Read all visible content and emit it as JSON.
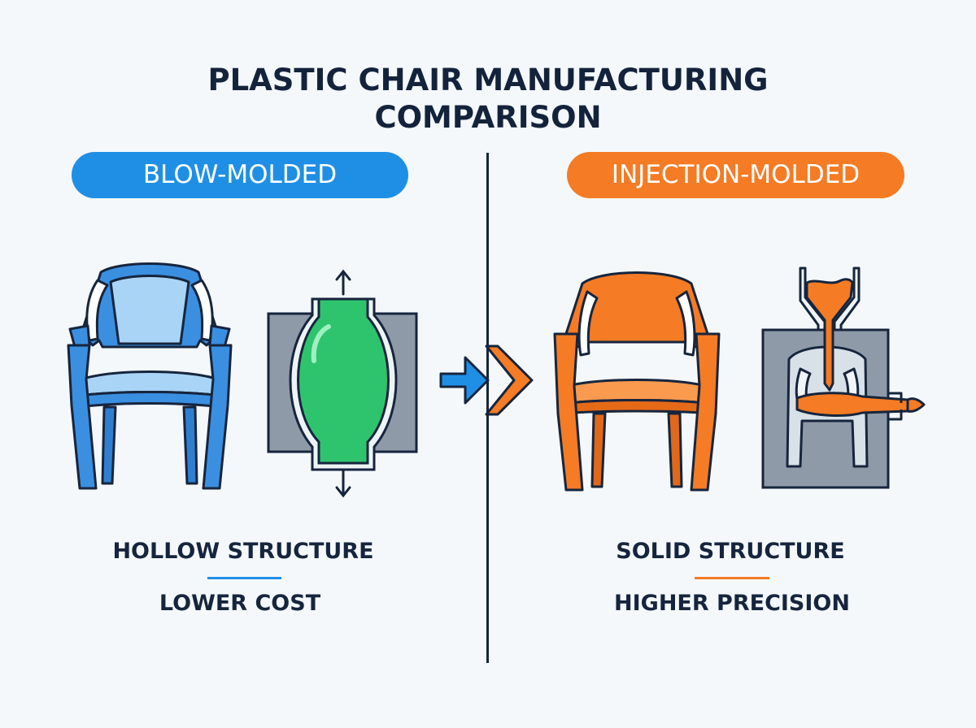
{
  "title": {
    "line1": "PLASTIC CHAIR MANUFACTURING",
    "line2": "COMPARISON"
  },
  "left": {
    "label": "BLOW-MOLDED",
    "feature_1": "HOLLOW STRUCTURE",
    "feature_2": "LOWER COST",
    "accent_color": "#1f8fe6"
  },
  "right": {
    "label": "INJECTION-MOLDED",
    "feature_1": "SOLID STRUCTURE",
    "feature_2": "HIGHER PRECISION",
    "accent_color": "#f57b24"
  },
  "icons": [
    "blue-chair-icon",
    "blow-mold-icon",
    "comparison-arrows-icon",
    "orange-chair-icon",
    "injection-mold-icon"
  ]
}
